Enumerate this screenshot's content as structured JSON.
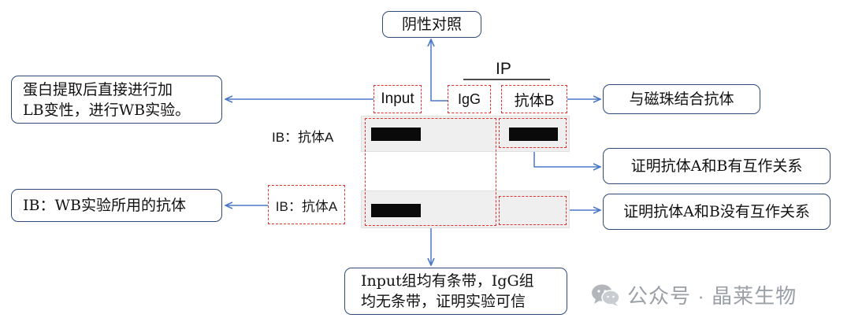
{
  "top": {
    "negative_control": "阴性对照",
    "ip": "IP"
  },
  "lanes": {
    "input": "Input",
    "igg": "IgG",
    "antibody_b": "抗体B"
  },
  "rows": {
    "row1_label": "IB：抗体A",
    "row2_label": "IB：抗体A"
  },
  "callouts": {
    "lysate_line1": "蛋白提取后直接进行加",
    "lysate_line2": "LB变性，进行WB实验。",
    "bead_antibody": "与磁珠结合抗体",
    "interaction_yes": "证明抗体A和B有互作关系",
    "ib_note": "IB：WB实验所用的抗体",
    "interaction_no": "证明抗体A和B没有互作关系",
    "valid_line1": "Input组均有条带，IgG组",
    "valid_line2": "均无条带，证明实验可信"
  },
  "watermark": {
    "text": "公众号 · 晶莱生物",
    "icon": "wechat-icon"
  },
  "colors": {
    "arrow": "#4a78c8",
    "dashed": "#e03131",
    "box_border": "#2f4a7a",
    "gel": "#efefef"
  }
}
